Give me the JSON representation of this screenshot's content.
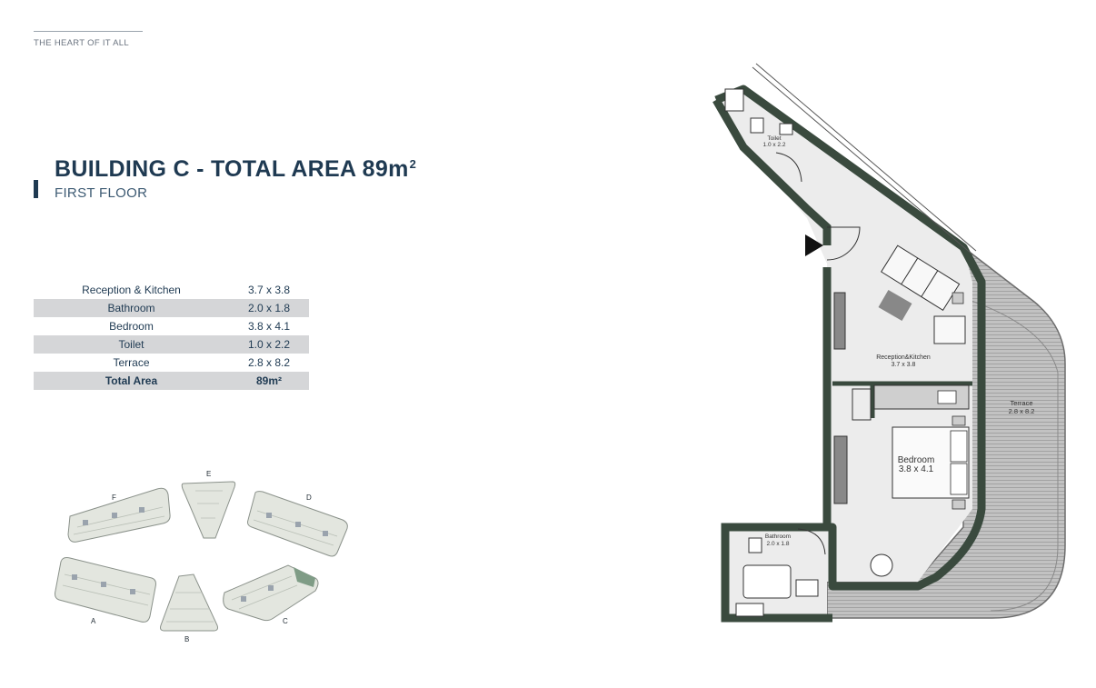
{
  "header": {
    "eyebrow": "THE HEART OF IT ALL"
  },
  "title": {
    "main": "BUILDING C - TOTAL AREA 89m",
    "sup": "2",
    "subtitle": "FIRST FLOOR"
  },
  "area_table": {
    "rows": [
      {
        "room": "Reception & Kitchen",
        "dim": "3.7 x 3.8"
      },
      {
        "room": "Bathroom",
        "dim": "2.0 x 1.8"
      },
      {
        "room": "Bedroom",
        "dim": "3.8 x 4.1"
      },
      {
        "room": "Toilet",
        "dim": "1.0 x 2.2"
      },
      {
        "room": "Terrace",
        "dim": "2.8 x 8.2"
      }
    ],
    "total": {
      "room": "Total Area",
      "dim": "89m²"
    }
  },
  "keyplan": {
    "labels": {
      "a": "A",
      "b": "B",
      "c": "C",
      "d": "D",
      "e": "E",
      "f": "F"
    }
  },
  "floorplan": {
    "toilet": {
      "name": "Toilet",
      "dim": "1.0 x 2.2"
    },
    "reception": {
      "name": "Reception&Kitchen",
      "dim": "3.7 x 3.8"
    },
    "terrace": {
      "name": "Terrace",
      "dim": "2.8 x 8.2"
    },
    "bedroom": {
      "name": "Bedroom",
      "dim": "3.8 x 4.1"
    },
    "bathroom": {
      "name": "Bathroom",
      "dim": "2.0 x 1.8"
    }
  },
  "colors": {
    "wall": "#3a4a3e",
    "navy": "#1f3a52",
    "terrace": "#b9b9b9",
    "floor": "#ebebeb"
  }
}
